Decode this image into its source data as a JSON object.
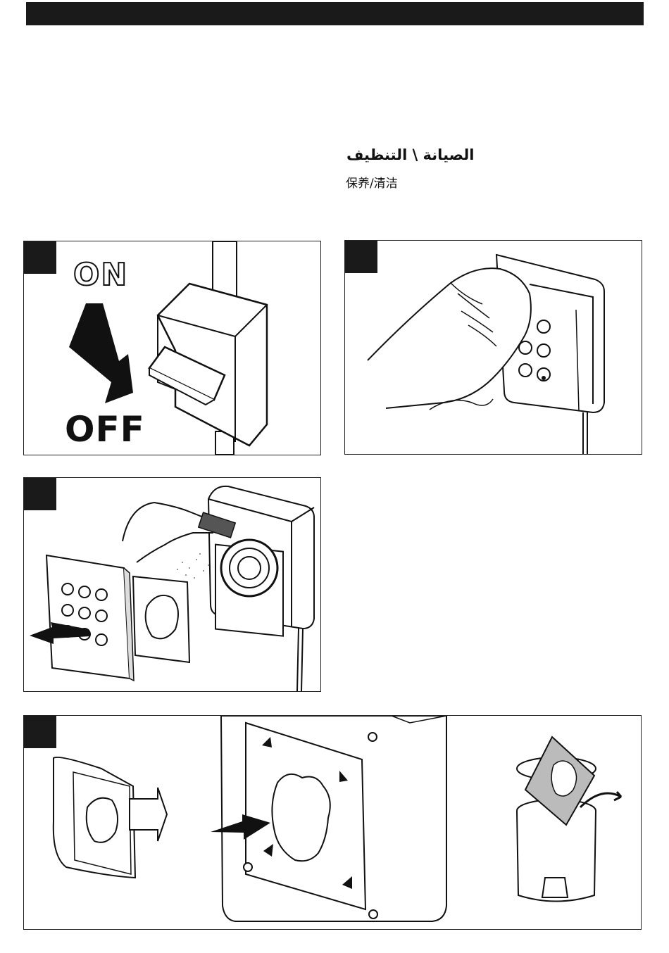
{
  "header": {
    "title_ar": "الصيانة \\ التنظيف",
    "title_zh": "保养/清洁"
  },
  "panel1": {
    "on_label": "ON",
    "off_label": "OFF"
  }
}
